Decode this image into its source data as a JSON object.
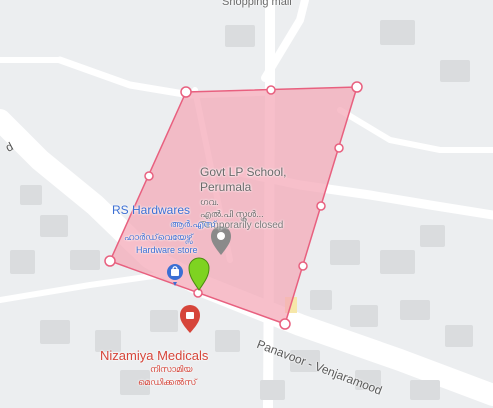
{
  "map": {
    "colors": {
      "land": "#eceef0",
      "road": "#ffffff",
      "building": "#dadcde",
      "polygon_fill": "#f4a9b8",
      "polygon_stroke": "#e8607f",
      "vertex_fill": "#ffffff",
      "pin": "#7ed321",
      "blue_poi": "#3b6fd4",
      "red_poi": "#d6453a",
      "grey_poi": "#8a8a8a"
    },
    "top_label": "Shopping mall",
    "road_label_left": "d",
    "road_label_bottom": "Panavoor - Venjaramood",
    "school": {
      "name_line1": "Govt LP School,",
      "name_line2": "Perumala",
      "local_line1": "ഗവ.",
      "local_line2": "എൽ.പി സ്കൂൾ...",
      "status": "Temporarily closed"
    },
    "hardware": {
      "name": "RS Hardwares",
      "local_line1": "ആർ.എസ്",
      "local_line2": "ഹാർഡ്‌വെയേഴ്സ്",
      "category": "Hardware store"
    },
    "medicals": {
      "name": "Nizamiya Medicals",
      "local_line1": "നിസാമിയ",
      "local_line2": "മെഡിക്കൽസ്"
    },
    "icons": {
      "school_marker": "school-pin-icon",
      "hardware_marker": "shopping-bag-icon",
      "medical_marker": "pharmacy-pin-icon",
      "selected_marker": "green-location-pin-icon",
      "polygon_vertex": "vertex-handle-icon"
    }
  }
}
